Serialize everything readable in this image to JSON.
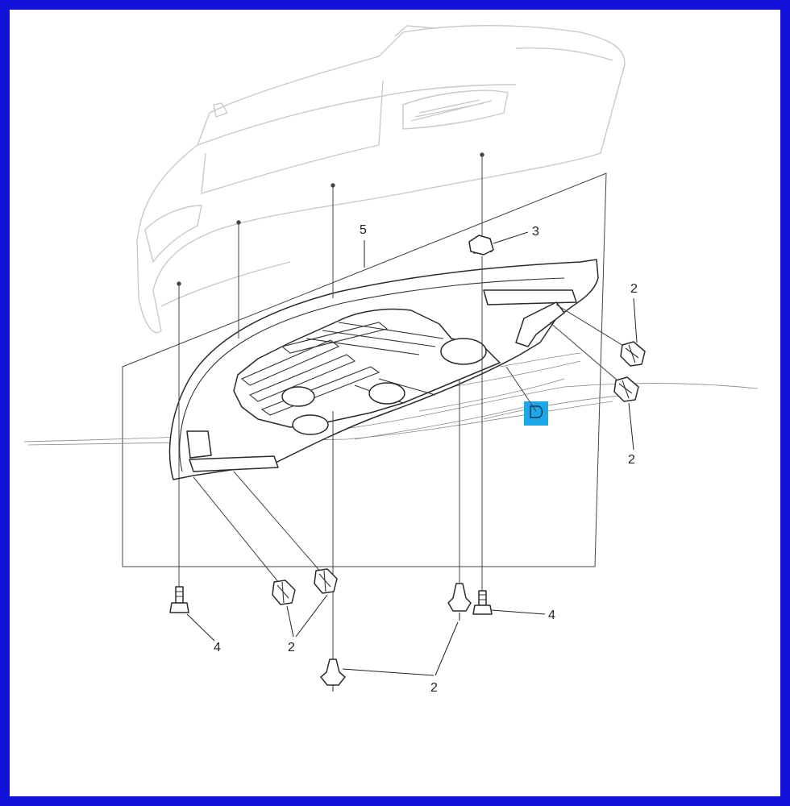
{
  "diagram": {
    "callouts": {
      "c3": "3",
      "c5": "5",
      "c2_right_top": "2",
      "c2_right_bottom": "2",
      "c4_left": "4",
      "c2_bottom_left": "2",
      "c2_bottom_mid": "2",
      "c4_right": "4"
    },
    "colors": {
      "frame": "#1212d8",
      "highlight": "#1ea7e8",
      "line": "#2a2a2a",
      "ghost": "#c9c9c9"
    }
  }
}
